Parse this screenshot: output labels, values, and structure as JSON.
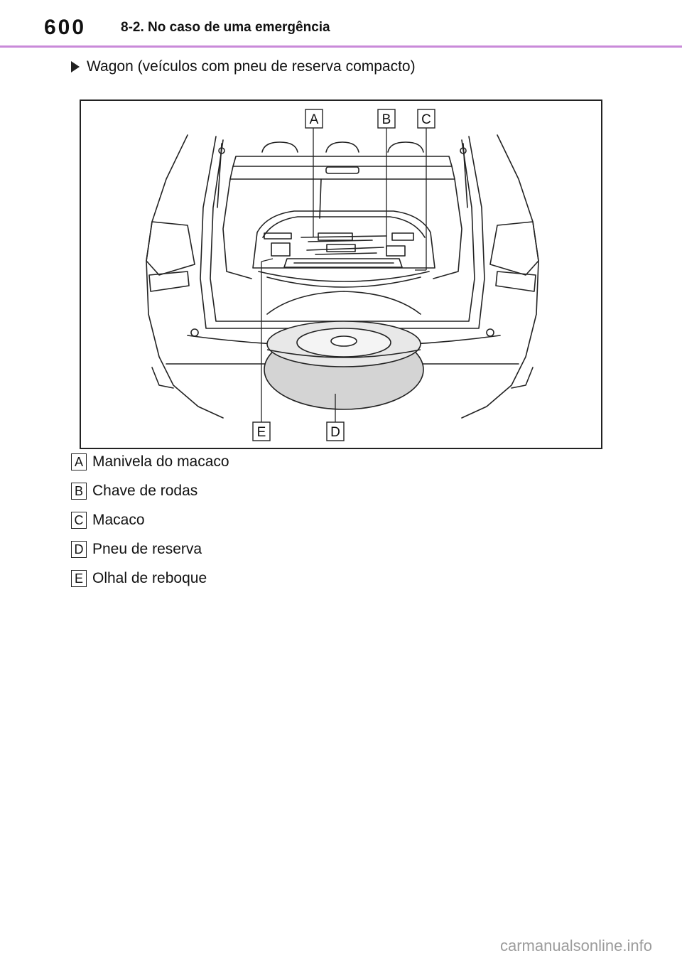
{
  "header": {
    "page_number": "600",
    "section_title": "8-2. No caso de uma emergência",
    "rule_color": "#c98ad9"
  },
  "subheading": {
    "bullet_icon": "right-triangle-bullet",
    "text": "Wagon (veículos com pneu de reserva compacto)"
  },
  "figure": {
    "callouts": [
      "A",
      "B",
      "C",
      "D",
      "E"
    ]
  },
  "legend": [
    {
      "key": "A",
      "text": "Manivela do macaco"
    },
    {
      "key": "B",
      "text": "Chave de rodas"
    },
    {
      "key": "C",
      "text": "Macaco"
    },
    {
      "key": "D",
      "text": "Pneu de reserva"
    },
    {
      "key": "E",
      "text": "Olhal de reboque"
    }
  ],
  "watermark": "carmanualsonline.info"
}
